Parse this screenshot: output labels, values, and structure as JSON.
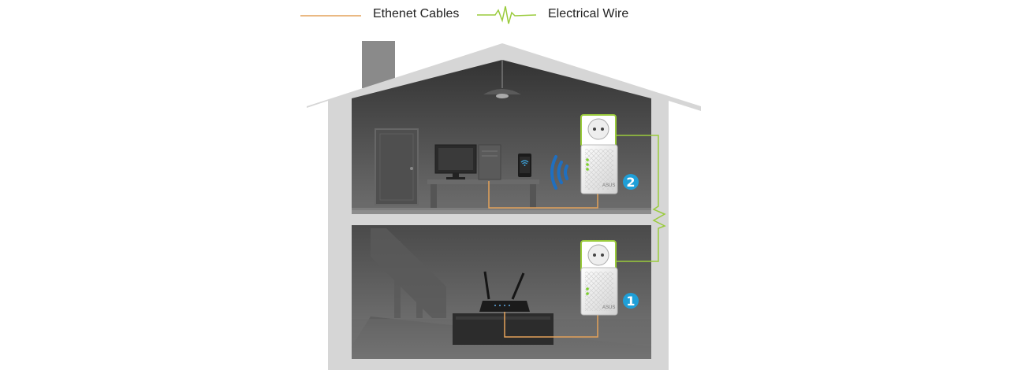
{
  "legend": {
    "ethernet_label": "Ethenet Cables",
    "electrical_label": "Electrical Wire"
  },
  "colors": {
    "ethernet": "#e3a25a",
    "electrical": "#9acb3c",
    "badge": "#1f9fd8",
    "wifi": "#1f6fc0",
    "house_frame": "#d6d6d6",
    "interior_dark": "#3d3d3d",
    "adapter_led": "#7ccf2c"
  },
  "adapters": {
    "upper": {
      "badge": "2",
      "brand": "ASUS"
    },
    "lower": {
      "badge": "1",
      "brand": "ASUS"
    }
  },
  "icons": [
    "wifi-icon",
    "power-outlet-icon",
    "ceiling-lamp-icon"
  ]
}
